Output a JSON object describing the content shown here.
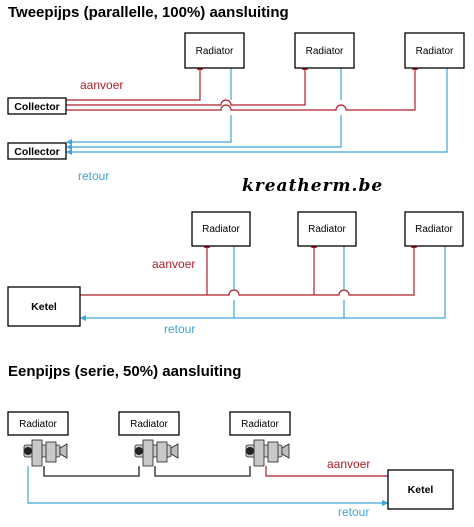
{
  "headings": {
    "tweepijps": "Tweepijps (parallelle, 100%) aansluiting",
    "eenpijps": "Eenpijps (serie, 50%) aansluiting"
  },
  "brand": "kreatherm.be",
  "diagram1": {
    "radiator_label": "Radiator",
    "collector_top": "Collector",
    "collector_bottom": "Collector",
    "supply_label": "aanvoer",
    "return_label": "retour"
  },
  "diagram2": {
    "radiator_label": "Radiator",
    "boiler_label": "Ketel",
    "supply_label": "aanvoer",
    "return_label": "retour"
  },
  "diagram3": {
    "radiator_label": "Radiator",
    "boiler_label": "Ketel",
    "supply_label": "aanvoer",
    "return_label": "retour"
  },
  "colors": {
    "supply": "#b01e2a",
    "return": "#3fa5d8"
  }
}
